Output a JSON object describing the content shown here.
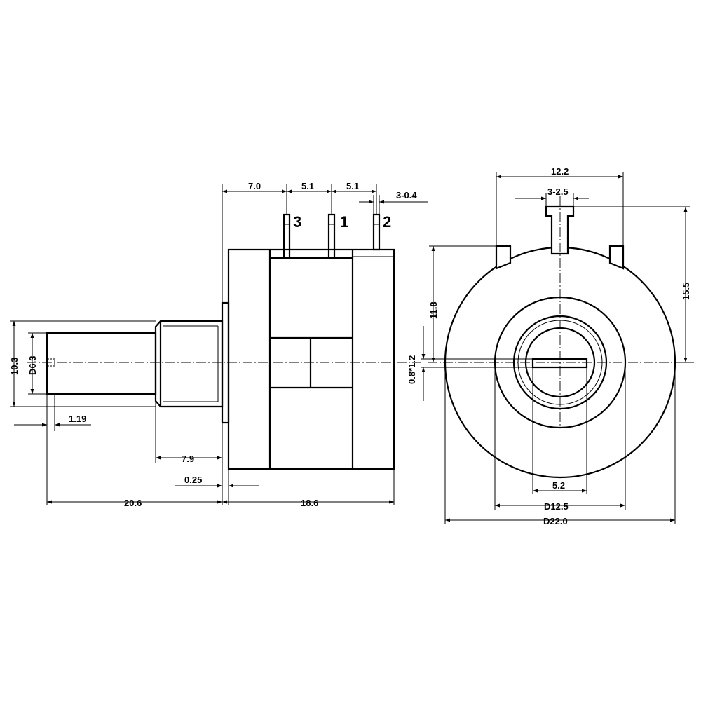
{
  "drawing": {
    "side_view": {
      "pin_labels": [
        "3",
        "1",
        "2"
      ],
      "dims": {
        "pin_offset": "7.0",
        "pin_pitch_a": "5.1",
        "pin_pitch_b": "5.1",
        "pin_width": "3-0.4",
        "body_height": "10.3",
        "shaft_diameter": "D6.3",
        "shaft_flat": "1.19",
        "bushing_length": "7.9",
        "flange_thickness": "0.25",
        "shaft_length": "20.6",
        "body_length": "18.6"
      }
    },
    "front_view": {
      "dims": {
        "tab_span": "12.2",
        "tab_width": "3-2.5",
        "overall_height": "15.5",
        "center_to_top": "11.8",
        "slot_size": "0.8*1.2",
        "slot_length": "5.2",
        "bushing_diameter": "D12.5",
        "body_diameter": "D22.0"
      }
    }
  }
}
